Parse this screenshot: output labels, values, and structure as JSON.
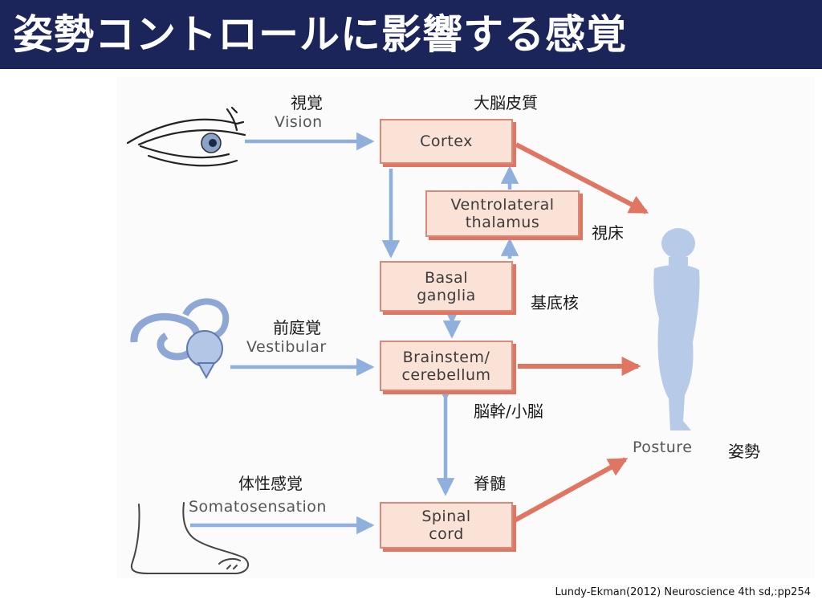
{
  "title": "姿勢コントロールに影響する感覚",
  "citation": "Lundy-Ekman(2012) Neuroscience 4th sd,:pp254",
  "colors": {
    "title_bar": "#1c2559",
    "sensory_arrow": "#8fb0dc",
    "motor_arrow": "#e07561",
    "box_fill": "#fbe2d6",
    "box_border": "#d9887a",
    "figure": "#b7cbe8"
  },
  "boxes": {
    "cortex": "Cortex",
    "thalamus": "Ventrolateral\nthalamus",
    "basal": "Basal\nganglia",
    "brainstem": "Brainstem/\ncerebellum",
    "spinal": "Spinal\ncord"
  },
  "labels": {
    "vision_ja": "視覚",
    "vision_en": "Vision",
    "cortex_ja": "大脳皮質",
    "thalamus_ja": "視床",
    "basal_ja": "基底核",
    "vestibular_ja": "前庭覚",
    "vestibular_en": "Vestibular",
    "brainstem_ja": "脳幹/小脳",
    "spinal_ja": "脊髄",
    "soma_ja": "体性感覚",
    "soma_en": "Somatosensation",
    "posture_en": "Posture",
    "posture_ja": "姿勢"
  },
  "icons": [
    "eye-icon",
    "inner-ear-icon",
    "foot-icon",
    "human-figure-icon"
  ]
}
